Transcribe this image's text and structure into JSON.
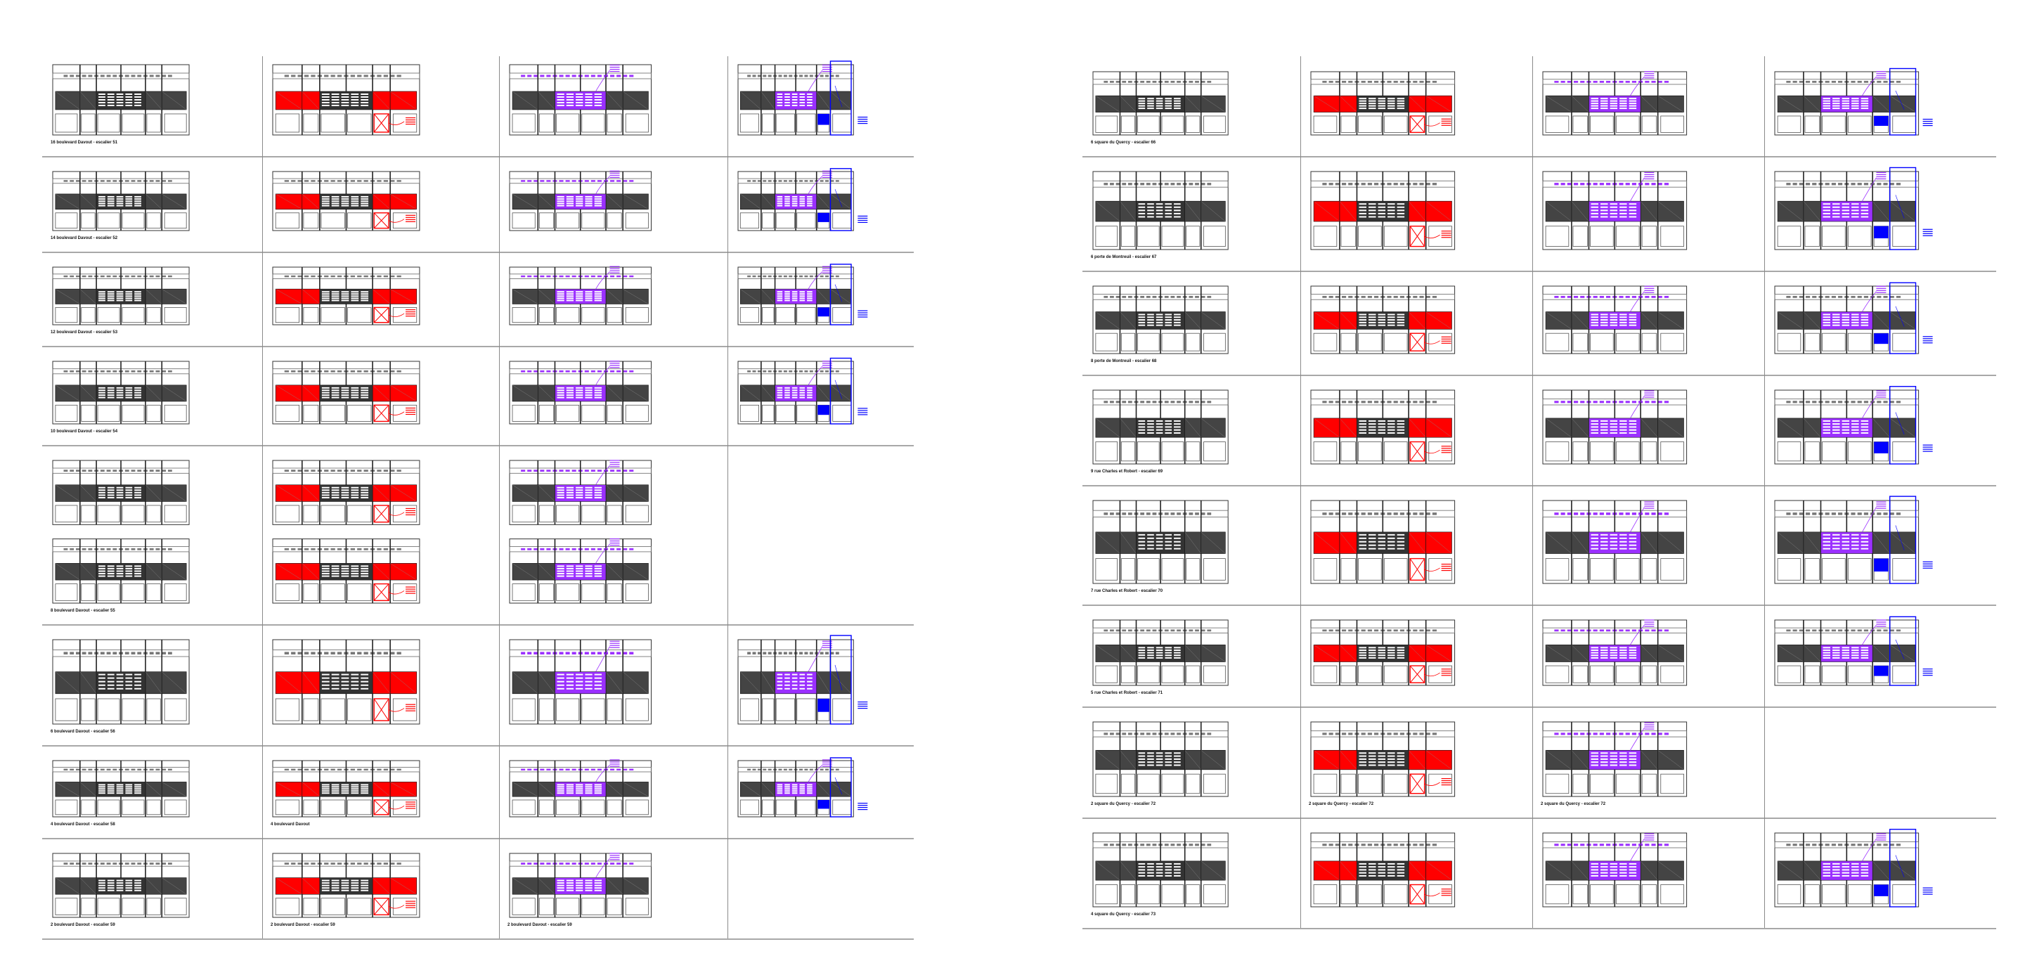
{
  "colors": {
    "existing": "#555555",
    "demolish": "#ff0000",
    "new_mailbox": "#9b30ff",
    "new_panel": "#0000ff"
  },
  "left_sheet": {
    "rows": [
      {
        "cells": [
          {
            "label": "16 boulevard Davout - escalier 51",
            "highlight": "#555555"
          },
          {
            "highlight": "#ff0000"
          },
          {
            "highlight": "#9b30ff"
          },
          {
            "highlight": "#0000ff"
          }
        ]
      },
      {
        "cells": [
          {
            "label": "14 boulevard Davout - escalier 52",
            "highlight": "#555555"
          },
          {
            "highlight": "#ff0000"
          },
          {
            "highlight": "#9b30ff"
          },
          {
            "highlight": "#0000ff"
          }
        ]
      },
      {
        "cells": [
          {
            "label": "12 boulevard Davout - escalier 53",
            "highlight": "#555555"
          },
          {
            "highlight": "#ff0000"
          },
          {
            "highlight": "#9b30ff"
          },
          {
            "highlight": "#0000ff"
          }
        ]
      },
      {
        "cells": [
          {
            "label": "10 boulevard Davout - escalier 54",
            "highlight": "#555555"
          },
          {
            "highlight": "#ff0000"
          },
          {
            "highlight": "#9b30ff"
          },
          {
            "highlight": "#0000ff"
          }
        ]
      },
      {
        "cells": [
          {
            "label": "8 boulevard Davout - escalier 55",
            "highlight": "#555555"
          },
          {
            "highlight": "#ff0000"
          },
          {
            "highlight": "#9b30ff"
          }
        ]
      },
      {
        "cells": [
          {
            "label": "6 boulevard Davout - escalier 56",
            "highlight": "#555555"
          },
          {
            "highlight": "#ff0000"
          },
          {
            "highlight": "#9b30ff"
          },
          {
            "highlight": "#0000ff"
          }
        ]
      },
      {
        "cells": [
          {
            "label": "4 boulevard Davout - escalier 58",
            "highlight": "#555555"
          },
          {
            "label": "4 boulevard Davout",
            "highlight": "#ff0000"
          },
          {
            "highlight": "#9b30ff"
          },
          {
            "highlight": "#0000ff"
          }
        ]
      },
      {
        "cells": [
          {
            "label": "2 boulevard Davout - escalier 59",
            "highlight": "#555555"
          },
          {
            "label": "2 boulevard Davout - escalier 59",
            "highlight": "#ff0000"
          },
          {
            "label": "2 boulevard Davout - escalier 59",
            "highlight": "#9b30ff"
          }
        ]
      }
    ]
  },
  "right_sheet": {
    "rows": [
      {
        "cells": [
          {
            "label": "6 square du Quercy - escalier    66",
            "highlight": "#555555"
          },
          {
            "highlight": "#ff0000"
          },
          {
            "highlight": "#9b30ff"
          },
          {
            "highlight": "#0000ff"
          }
        ]
      },
      {
        "cells": [
          {
            "label": "6 porte de Montreuil - escalier 67",
            "highlight": "#555555"
          },
          {
            "highlight": "#ff0000"
          },
          {
            "highlight": "#9b30ff"
          },
          {
            "highlight": "#0000ff"
          }
        ]
      },
      {
        "cells": [
          {
            "label": "8 porte de Montreuil - escalier 68",
            "highlight": "#555555"
          },
          {
            "highlight": "#ff0000"
          },
          {
            "highlight": "#9b30ff"
          },
          {
            "highlight": "#0000ff"
          }
        ]
      },
      {
        "cells": [
          {
            "label": "9 rue Charles et Robert - escalier 69",
            "highlight": "#555555"
          },
          {
            "highlight": "#ff0000"
          },
          {
            "highlight": "#9b30ff"
          },
          {
            "highlight": "#0000ff"
          }
        ]
      },
      {
        "cells": [
          {
            "label": "7 rue Charles et Robert - escalier 70",
            "highlight": "#555555"
          },
          {
            "highlight": "#ff0000"
          },
          {
            "highlight": "#9b30ff"
          },
          {
            "highlight": "#0000ff"
          }
        ]
      },
      {
        "cells": [
          {
            "label": "5 rue Charles et Robert - escalier 71",
            "highlight": "#555555"
          },
          {
            "highlight": "#ff0000"
          },
          {
            "highlight": "#9b30ff"
          },
          {
            "highlight": "#0000ff"
          }
        ]
      },
      {
        "cells": [
          {
            "label": "2 square du Quercy - escalier 72",
            "highlight": "#555555"
          },
          {
            "label": "2 square du Quercy - escalier 72",
            "highlight": "#ff0000"
          },
          {
            "label": "2 square du Quercy - escalier 72",
            "highlight": "#9b30ff"
          }
        ]
      },
      {
        "cells": [
          {
            "label": "4 square du Quercy - escalier 73",
            "highlight": "#555555"
          },
          {
            "highlight": "#ff0000"
          },
          {
            "highlight": "#9b30ff"
          },
          {
            "highlight": "#0000ff"
          }
        ]
      }
    ]
  }
}
